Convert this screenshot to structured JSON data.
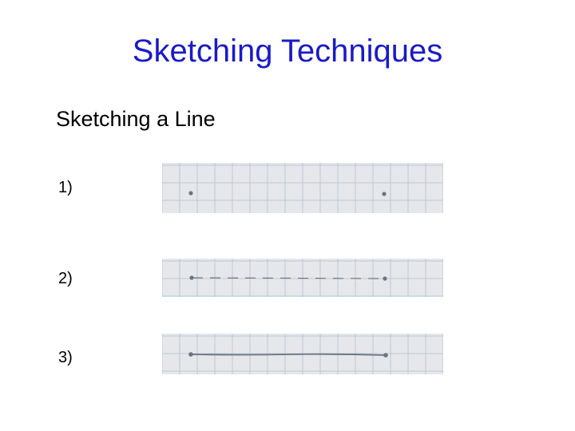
{
  "slide": {
    "title": "Sketching Techniques",
    "subtitle": "Sketching a Line",
    "steps": [
      {
        "label": "1)",
        "technique": "endpoints"
      },
      {
        "label": "2)",
        "technique": "dashed-construction"
      },
      {
        "label": "3)",
        "technique": "solid-line"
      }
    ]
  },
  "colors": {
    "title": "#1a1ac8",
    "grid_background": "#e6e7ea",
    "grid_lines": "#b9c9d8",
    "pencil": "#6b7580"
  }
}
